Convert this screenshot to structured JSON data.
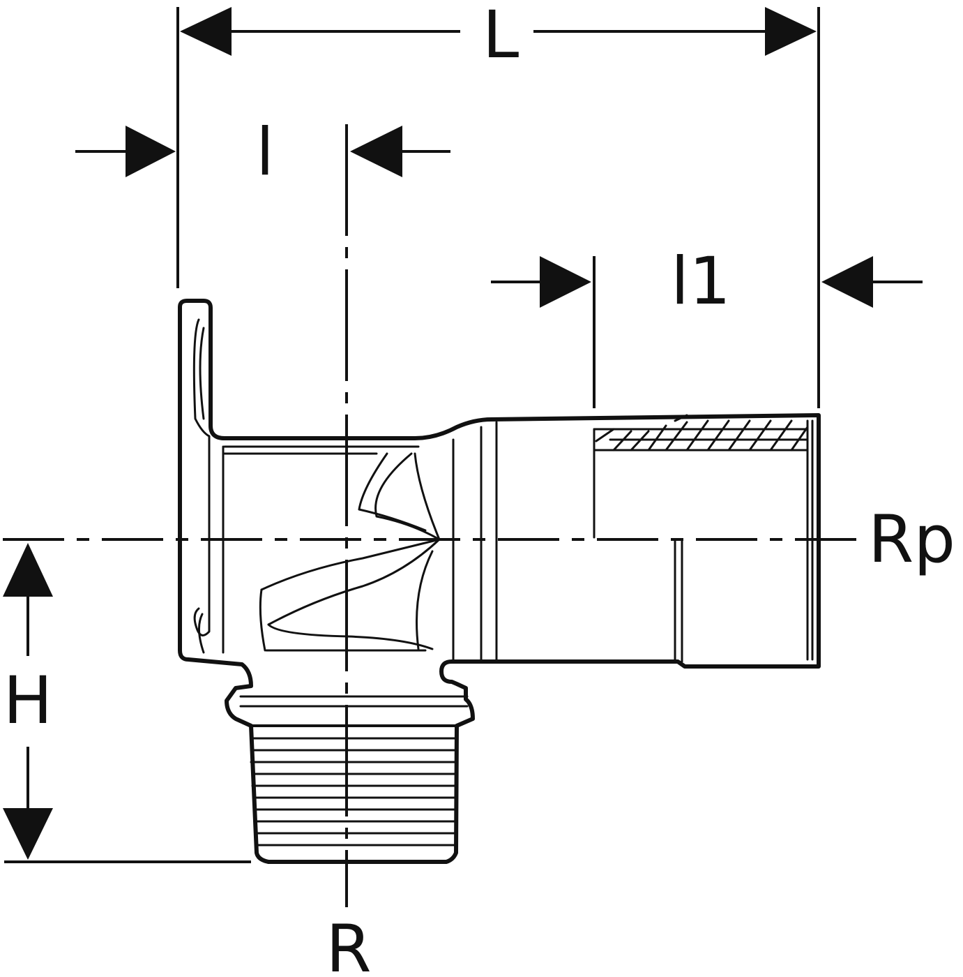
{
  "labels": {
    "L": "L",
    "l": "l",
    "l1": "l1",
    "Rp": "Rp",
    "H": "H",
    "R": "R"
  },
  "colors": {
    "stroke": "#111111",
    "background": "#ffffff"
  }
}
